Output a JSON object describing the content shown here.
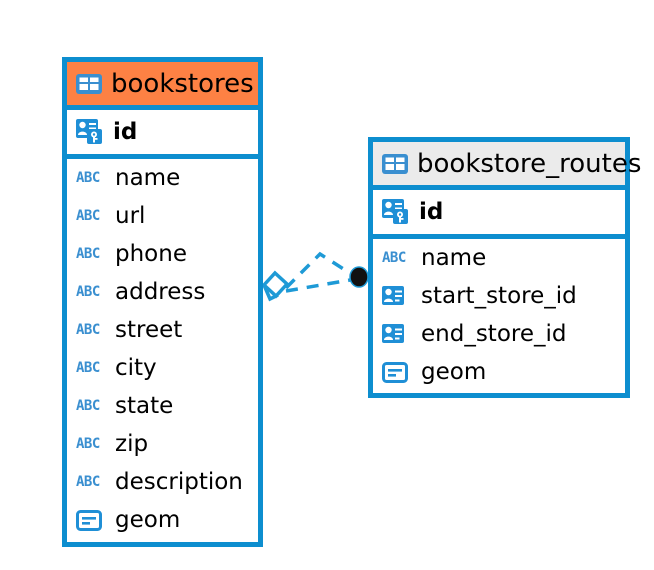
{
  "diagram": {
    "type": "entity-relationship-diagram",
    "background_color": "#ffffff",
    "accent_color": "#0d8ecf",
    "highlight_color": "#fd8144",
    "header_grey": "#ebebeb"
  },
  "entities": [
    {
      "name": "bookstores",
      "header_style": "orange",
      "table_icon": "table-icon",
      "primary_key": {
        "label": "id",
        "icon": "primary-key-icon"
      },
      "fields": [
        {
          "label": "name",
          "icon": "abc-text-icon",
          "icon_text": "ABC"
        },
        {
          "label": "url",
          "icon": "abc-text-icon",
          "icon_text": "ABC"
        },
        {
          "label": "phone",
          "icon": "abc-text-icon",
          "icon_text": "ABC"
        },
        {
          "label": "address",
          "icon": "abc-text-icon",
          "icon_text": "ABC"
        },
        {
          "label": "street",
          "icon": "abc-text-icon",
          "icon_text": "ABC"
        },
        {
          "label": "city",
          "icon": "abc-text-icon",
          "icon_text": "ABC"
        },
        {
          "label": "state",
          "icon": "abc-text-icon",
          "icon_text": "ABC"
        },
        {
          "label": "zip",
          "icon": "abc-text-icon",
          "icon_text": "ABC"
        },
        {
          "label": "description",
          "icon": "abc-text-icon",
          "icon_text": "ABC"
        },
        {
          "label": "geom",
          "icon": "geometry-icon",
          "icon_text": ""
        }
      ]
    },
    {
      "name": "bookstore_routes",
      "header_style": "grey",
      "table_icon": "table-icon",
      "primary_key": {
        "label": "id",
        "icon": "primary-key-icon"
      },
      "fields": [
        {
          "label": "name",
          "icon": "abc-text-icon",
          "icon_text": "ABC"
        },
        {
          "label": "start_store_id",
          "icon": "foreign-key-icon",
          "icon_text": ""
        },
        {
          "label": "end_store_id",
          "icon": "foreign-key-icon",
          "icon_text": ""
        },
        {
          "label": "geom",
          "icon": "geometry-icon",
          "icon_text": ""
        }
      ]
    }
  ],
  "relationship": {
    "style": "dashed",
    "color": "#1e9ad6",
    "source_marker": "diamond-crowsfoot-marker",
    "target_marker": "filled-circle-marker",
    "target_marker_color": "#111111"
  }
}
